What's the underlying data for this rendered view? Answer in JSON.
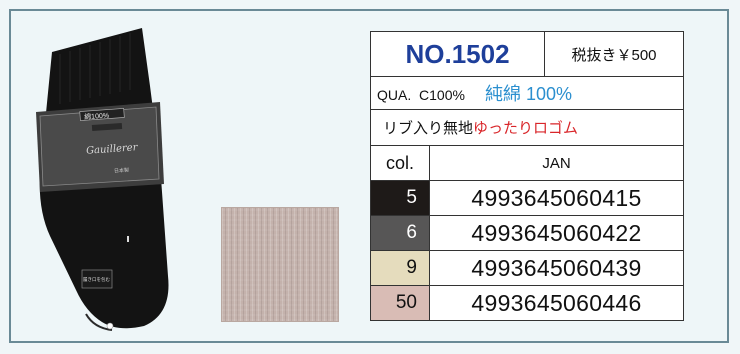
{
  "product": {
    "number": "NO.1502",
    "price": "税抜き￥500",
    "quality_label": "QUA.",
    "quality_code": "C100%",
    "quality_text": "純綿 100%",
    "description_plain": "リブ入り無地",
    "description_emphasis": "ゆったりロゴム"
  },
  "package_label": {
    "line1": "綿100%",
    "brand": "Gauillerer",
    "note": "日本製",
    "sticker": "履き口を包む"
  },
  "table": {
    "col_header": "col.",
    "jan_header": "JAN",
    "rows": [
      {
        "col": "5",
        "jan": "4993645060415",
        "swatch": "#1e1a18",
        "text_color": "#ffffff"
      },
      {
        "col": "6",
        "jan": "4993645060422",
        "swatch": "#575656",
        "text_color": "#ffffff"
      },
      {
        "col": "9",
        "jan": "4993645060439",
        "swatch": "#e5dcbd",
        "text_color": "#111111"
      },
      {
        "col": "50",
        "jan": "4993645060446",
        "swatch": "#d9bcb5",
        "text_color": "#111111"
      }
    ]
  },
  "colors": {
    "accent_blue": "#1e3f9a",
    "quality_blue": "#2b8fcf",
    "emphasis_red": "#d9262a",
    "frame": "#6a8a96",
    "fabric_swatch": "#c4b2ac"
  }
}
